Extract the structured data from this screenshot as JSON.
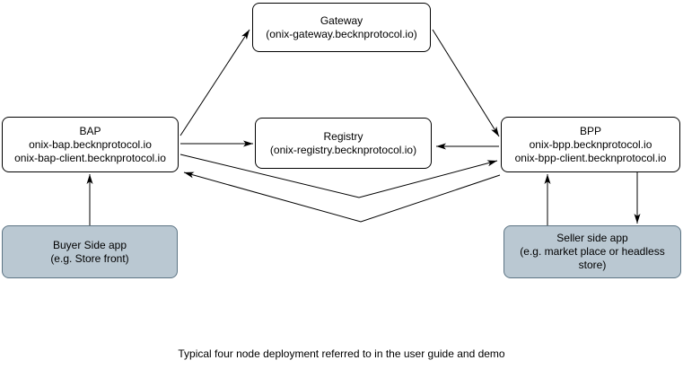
{
  "diagram": {
    "caption": "Typical four node deployment referred to in the user guide and demo",
    "nodes": {
      "gateway": {
        "lines": [
          "Gateway",
          "(onix-gateway.becknprotocol.io)"
        ]
      },
      "bap": {
        "lines": [
          "BAP",
          "onix-bap.becknprotocol.io",
          "onix-bap-client.becknprotocol.io"
        ]
      },
      "registry": {
        "lines": [
          "Registry",
          "(onix-registry.becknprotocol.io)"
        ]
      },
      "bpp": {
        "lines": [
          "BPP",
          "onix-bpp.becknprotocol.io",
          "onix-bpp-client.becknprotocol.io"
        ]
      },
      "buyer_app": {
        "lines": [
          "Buyer Side app",
          "(e.g. Store front)"
        ]
      },
      "seller_app": {
        "lines": [
          "Seller side app",
          "(e.g. market place or headless store)"
        ]
      }
    },
    "edges": [
      {
        "from": "bap",
        "to": "gateway",
        "arrow_at": "gateway"
      },
      {
        "from": "gateway",
        "to": "bpp",
        "arrow_at": "bpp"
      },
      {
        "from": "bap",
        "to": "registry",
        "arrow_at": "registry"
      },
      {
        "from": "bpp",
        "to": "registry",
        "arrow_at": "registry"
      },
      {
        "from": "bap",
        "to": "bpp",
        "arrow_at": "bpp"
      },
      {
        "from": "bpp",
        "to": "bap",
        "arrow_at": "bap"
      },
      {
        "from": "buyer_app",
        "to": "bap",
        "arrow_at": "bap"
      },
      {
        "from": "seller_app",
        "to": "bpp",
        "arrow_at": "bpp"
      },
      {
        "from": "bpp",
        "to": "seller_app",
        "arrow_at": "seller_app"
      }
    ],
    "colors": {
      "node_fill": "#ffffff",
      "node_border": "#000000",
      "app_fill": "#bac8d2",
      "app_border": "#5d7585",
      "line": "#000000",
      "text": "#000000",
      "background": "#ffffff"
    }
  }
}
